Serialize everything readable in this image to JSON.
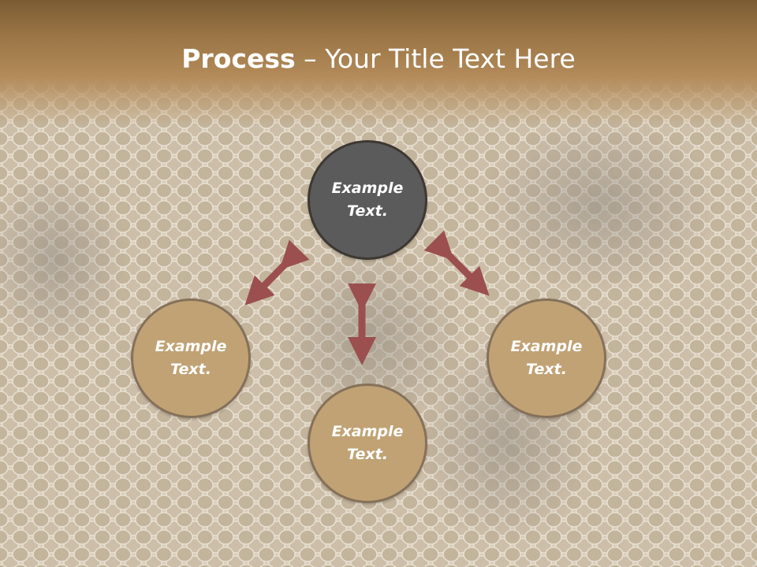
{
  "slide": {
    "title_strong": "Process",
    "title_rest": " – Your Title Text Here",
    "colors": {
      "header": "#9a7444",
      "center_node": "#5b5b5b",
      "outer_node": "#c1a274",
      "arrow": "#9b4f4f",
      "text": "#ffffff"
    }
  },
  "diagram": {
    "nodes": [
      {
        "id": "top",
        "label": "Example Text."
      },
      {
        "id": "left",
        "label": "Example Text."
      },
      {
        "id": "bottom",
        "label": "Example Text."
      },
      {
        "id": "right",
        "label": "Example Text."
      }
    ],
    "connectors": [
      {
        "from": "top",
        "to": "left",
        "type": "double-arrow"
      },
      {
        "from": "top",
        "to": "bottom",
        "type": "double-arrow"
      },
      {
        "from": "top",
        "to": "right",
        "type": "double-arrow"
      }
    ]
  }
}
